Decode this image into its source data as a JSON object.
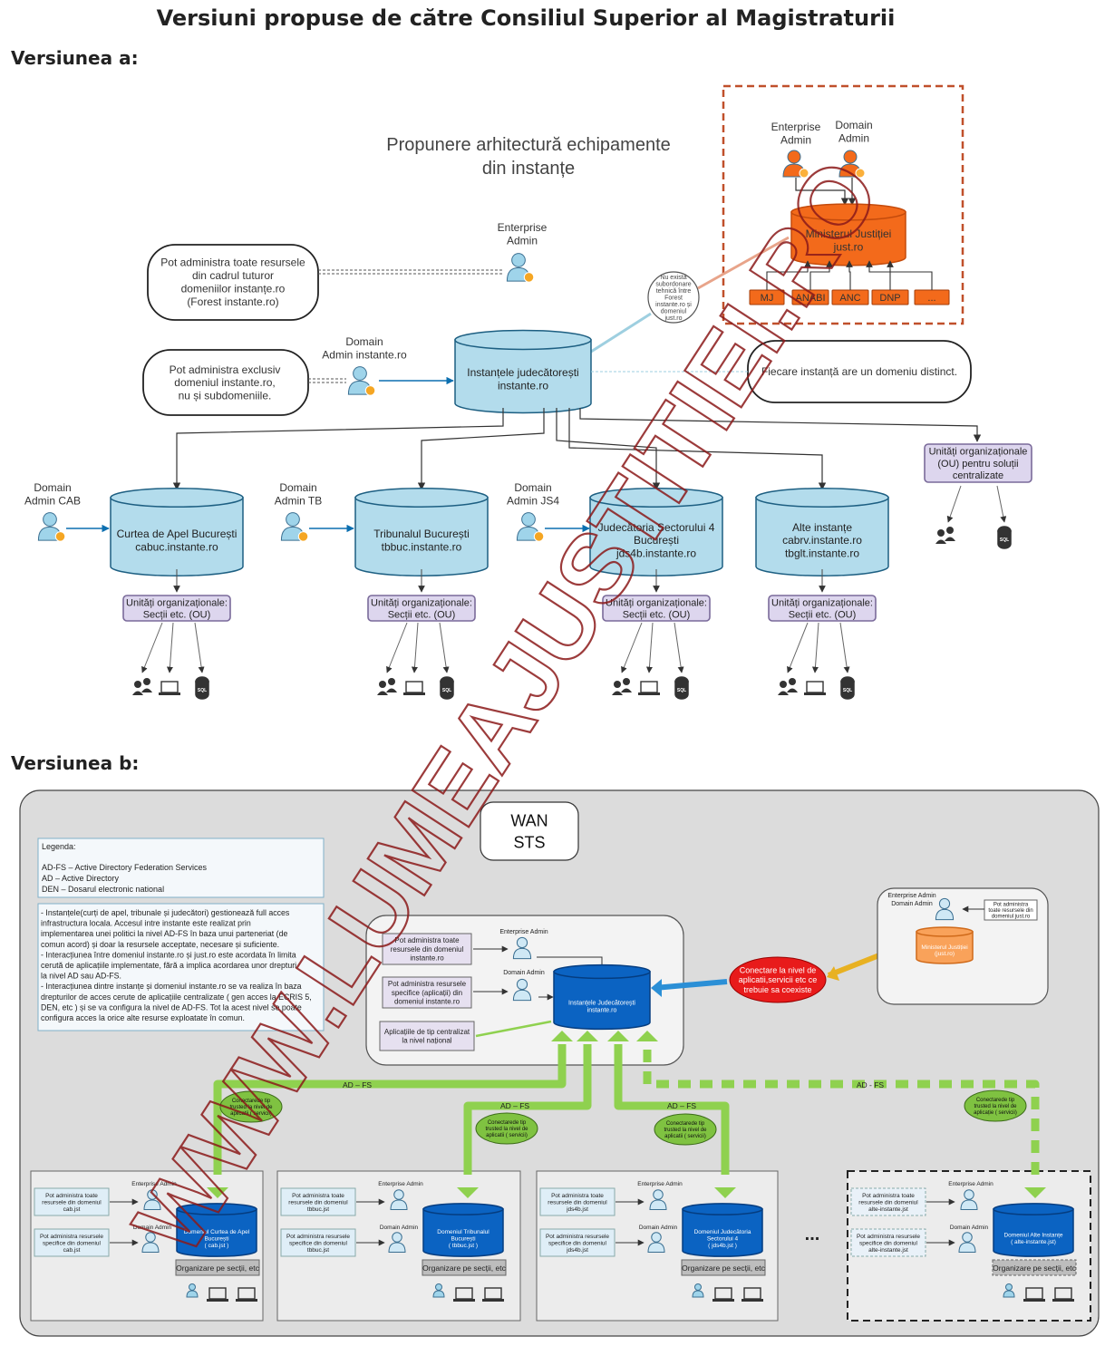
{
  "page": {
    "title": "Versiuni propuse de către Consiliul Superior al Magistraturii",
    "version_a_label": "Versiunea a:",
    "version_b_label": "Versiunea b:",
    "watermark": "WWW.LUMEAJUSTITIEI.RO"
  },
  "version_a": {
    "title_line1": "Propunere arhitectură echipamente",
    "title_line2": "din instanțe",
    "enterprise_admin_line1": "Enterprise",
    "enterprise_admin_line2": "Admin",
    "domain_admin_line1": "Domain",
    "domain_admin_line2": "Admin instante.ro",
    "note_forest": [
      "Pot administra toate resursele",
      "din cadrul tuturor",
      "domeniilor instanțe.ro",
      "(Forest instante.ro)"
    ],
    "note_domain": [
      "Pot administra exclusiv",
      "domeniul instante.ro,",
      "nu și subdomeniile."
    ],
    "note_distinct": "Fiecare instanță are un domeniu distinct.",
    "note_subordonare": [
      "Nu există",
      "subordonare",
      "tehnică între",
      "Forest",
      "instante.ro și",
      "domeniul",
      "just.ro"
    ],
    "main_db": [
      "Instanțele judecătorești",
      "instante.ro"
    ],
    "mj_box": {
      "enterprise_admin": [
        "Enterprise",
        "Admin"
      ],
      "domain_admin": [
        "Domain",
        "Admin"
      ],
      "db": [
        "Ministerul Justiției",
        "just.ro"
      ],
      "children": [
        "MJ",
        "ANABI",
        "ANC",
        "DNP",
        "..."
      ]
    },
    "courts": [
      {
        "admin": [
          "Domain",
          "Admin CAB"
        ],
        "db": [
          "Curtea de Apel București",
          "cabuc.instante.ro"
        ]
      },
      {
        "admin": [
          "Domain",
          "Admin TB"
        ],
        "db": [
          "Tribunalul București",
          "tbbuc.instante.ro"
        ]
      },
      {
        "admin": [
          "Domain",
          "Admin JS4"
        ],
        "db": [
          "Judecătoria Sectorului 4",
          "București",
          "jds4b.instante.ro"
        ]
      },
      {
        "admin": [],
        "db": [
          "Alte instanțe",
          "cabrv.instante.ro",
          "tbglt.instante.ro"
        ]
      }
    ],
    "ou_label": [
      "Unități organizaționale:",
      "Secții etc. (OU)"
    ],
    "ou_central": [
      "Unități organizaționale",
      "(OU) pentru soluții",
      "centralizate"
    ],
    "sql": "SQL"
  },
  "version_b": {
    "wan": [
      "WAN",
      "STS"
    ],
    "legend_title": "Legenda:",
    "legend_items": [
      "AD-FS – Active Directory Federation Services",
      "AD – Active Directory",
      "DEN – Dosarul electronic national"
    ],
    "notes": [
      "- Instanțele(curți de apel, tribunale și judecători) gestionează full acces",
      "infrastructura locala. Accesul intre instante este realizat prin",
      "implementarea unei politici la nivel AD-FS în baza unui parteneriat (de",
      "comun acord) și doar la resursele acceptate, necesare și suficiente.",
      "- Interacțiunea între domeniul instante.ro și just.ro este acordata în limita",
      "cerută de aplicațiile implementate, fără a implica acordarea unor drepturi",
      "la nivel AD sau AD-FS.",
      "- Interacțiunea dintre instanțe și domeniul instante.ro se va realiza în baza",
      "drepturilor de acces cerute de aplicațiile centralizate ( gen acces la ECRIS 5,",
      "DEN, etc ) și se va configura la nivel de AD-FS. Tot la acest nivel se poate",
      "configura acces la orice alte resurse exploatate în comun."
    ],
    "central": {
      "box1": [
        "Pot administra toate",
        "resursele din domeniul",
        "instante.ro"
      ],
      "box2": [
        "Pot administra resursele",
        "specifice (aplicații) din",
        "domeniul instante.ro"
      ],
      "box3": [
        "Aplicațiile de tip centralizat",
        "la nivel național"
      ],
      "enterprise_admin": "Enterprise Admin",
      "domain_admin": "Domain Admin",
      "db": [
        "Instanțele Judecătorești",
        "instante.ro"
      ]
    },
    "just": {
      "enterprise_admin": "Enterprise Admin",
      "domain_admin": "Domain Admin",
      "box": [
        "Pot administra",
        "toate resursele din",
        "domeniul just.ro"
      ],
      "db": [
        "Ministerul Justiției",
        "(just.ro)"
      ]
    },
    "red_node": [
      "Conectare la nivel de",
      "aplicatii,servicii etc ce",
      "trebuie sa coexiste"
    ],
    "adfs": "AD – FS",
    "adfs_alt": "AD - FS",
    "trust": [
      "Conectarede tip",
      "trusted la nivel de",
      "aplicatii ( servicii)"
    ],
    "trust_alt": [
      "Conectarede tip",
      "trusted la nivel de",
      "aplicație ( servicii)"
    ],
    "ellipsis": "...",
    "domains": [
      {
        "box1": [
          "Pot administra toate",
          "resursele din domeniul",
          "cab.jst"
        ],
        "box2": [
          "Pot administra resursele",
          "specifice din domeniul",
          "cab.jst"
        ],
        "db": [
          "Domeniul Curtea de Apel",
          "București",
          "( cab.jst )"
        ]
      },
      {
        "box1": [
          "Pot administra toate",
          "resursele din domeniul",
          "tbbuc.jst"
        ],
        "box2": [
          "Pot administra resursele",
          "specifice din domeniul",
          "tbbuc.jst"
        ],
        "db": [
          "Domeniul Tribunalul",
          "București",
          "( tbbuc.jst )"
        ]
      },
      {
        "box1": [
          "Pot administra toate",
          "resursele din domeniul",
          "jds4b.jst"
        ],
        "box2": [
          "Pot administra resursele",
          "specifice din domeniul",
          "jds4b.jst"
        ],
        "db": [
          "Domeniul Judecătoria",
          "Sectorului 4",
          "( jds4b.jst )"
        ]
      },
      {
        "box1": [
          "Pot administra toate",
          "resursele din domeniul",
          "alte-instante.jst"
        ],
        "box2": [
          "Pot administra resursele",
          "specifice din domeniul",
          "alte-instante.jst"
        ],
        "db": [
          "Domeniul Alte Instanțe",
          "( alte-instante.jst)"
        ]
      }
    ],
    "org_label": "Organizare pe secții, etc",
    "enterprise_admin": "Enterprise Admin",
    "domain_admin": "Domain Admin"
  },
  "colors": {
    "db_light": "#b3dcec",
    "db_dark": "#0b63c2",
    "ou_fill": "#ddd6ee",
    "ou_stroke": "#7a6a9a",
    "orange": "#f36a1b",
    "orange_dashed": "#c0502b",
    "green": "#8fd14f",
    "red_node": "#e81b1b",
    "grey_bg": "#dcdcdc",
    "watermark": "#8b1a1a"
  }
}
